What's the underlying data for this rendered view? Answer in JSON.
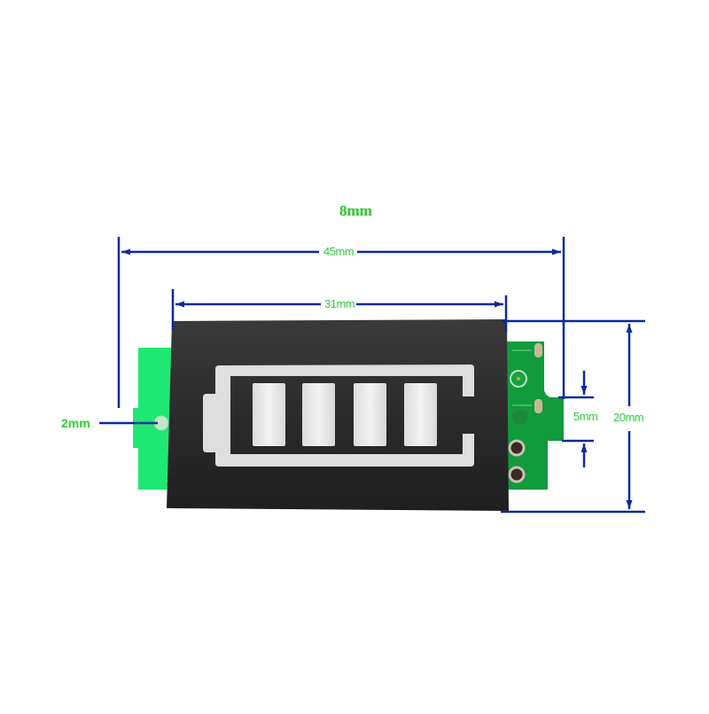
{
  "diagram": {
    "title": "8mm",
    "subject": "battery-level-indicator-module",
    "dimensions": {
      "overall_width": "45mm",
      "display_width": "31mm",
      "height": "20mm",
      "tab_height": "5mm",
      "mount_hole": "2mm"
    },
    "battery_display": {
      "segments": 4
    },
    "colors": {
      "dimension_line": "#0a2a9e",
      "label_text": "#2ecc40",
      "pcb_left": "#1ee872",
      "pcb_right": "#109a3a",
      "display_body": "#2a2a2a",
      "segment_fill": "#e6e6e6"
    }
  }
}
